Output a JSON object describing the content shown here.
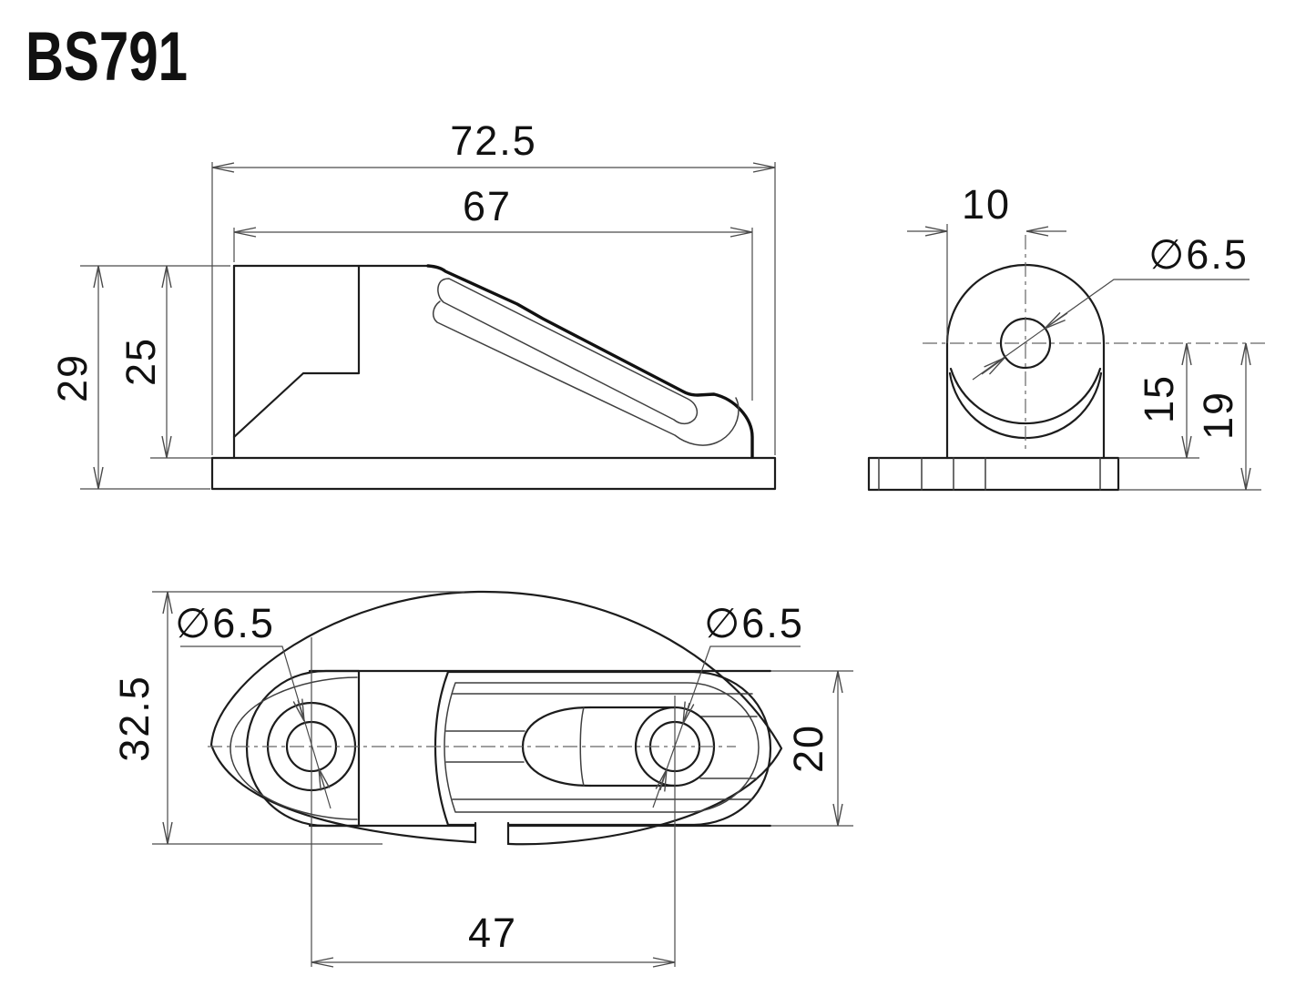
{
  "title": "BS791",
  "side_view": {
    "total_width": "72.5",
    "body_width": "67",
    "total_height": "29",
    "body_height": "25"
  },
  "end_view": {
    "face_offset": "10",
    "hole_dia": "∅6.5",
    "center_height": "15",
    "total_height": "19"
  },
  "bottom_view": {
    "hole_left_dia": "∅6.5",
    "hole_right_dia": "∅6.5",
    "total_height": "32.5",
    "pad_width": "20",
    "hole_spacing": "47"
  }
}
